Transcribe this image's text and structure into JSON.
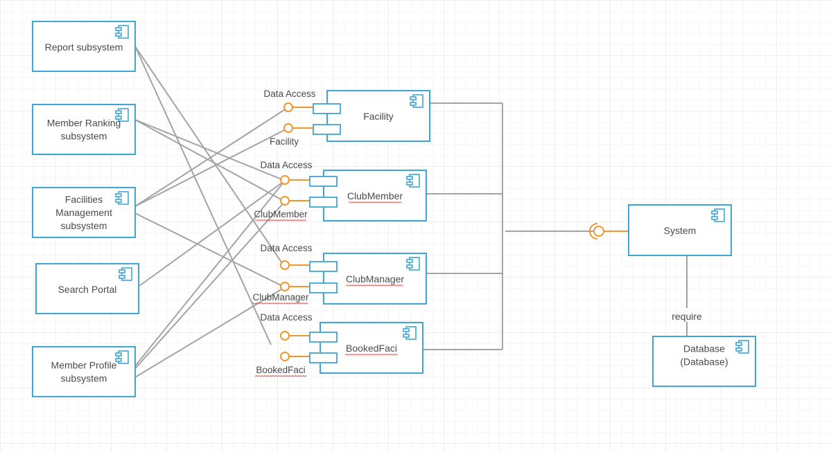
{
  "left_components": [
    {
      "id": "report",
      "lines": [
        "Report subsystem"
      ]
    },
    {
      "id": "ranking",
      "lines": [
        "Member Ranking",
        "subsystem"
      ]
    },
    {
      "id": "facmgmt",
      "lines": [
        "Facilities",
        "Management",
        "subsystem"
      ]
    },
    {
      "id": "search",
      "lines": [
        "Search Portal"
      ]
    },
    {
      "id": "profile",
      "lines": [
        "Member Profile",
        "subsystem"
      ]
    }
  ],
  "mid_components": [
    {
      "id": "facility",
      "name": "Facility",
      "top_port_label": "Data Access",
      "bottom_port_label": "Facility",
      "spell_flag": false
    },
    {
      "id": "clubmember",
      "name": "ClubMember",
      "top_port_label": "Data Access",
      "bottom_port_label": "ClubMember",
      "spell_flag": true
    },
    {
      "id": "clubmanager",
      "name": "ClubManager",
      "top_port_label": "Data Access",
      "bottom_port_label": "ClubManager",
      "spell_flag": true
    },
    {
      "id": "bookedfaci",
      "name": "BookedFaci",
      "top_port_label": "Data Access",
      "bottom_port_label": "BookedFaci",
      "spell_flag": true
    }
  ],
  "system": {
    "name": "System"
  },
  "database": {
    "lines": [
      "Database",
      "(Database)"
    ]
  },
  "dependency_label": "require",
  "colors": {
    "component_border": "#3ea6d4",
    "interface": "#f0962c",
    "connector": "#a3a3a3",
    "spellcheck": "#e05a5a"
  }
}
